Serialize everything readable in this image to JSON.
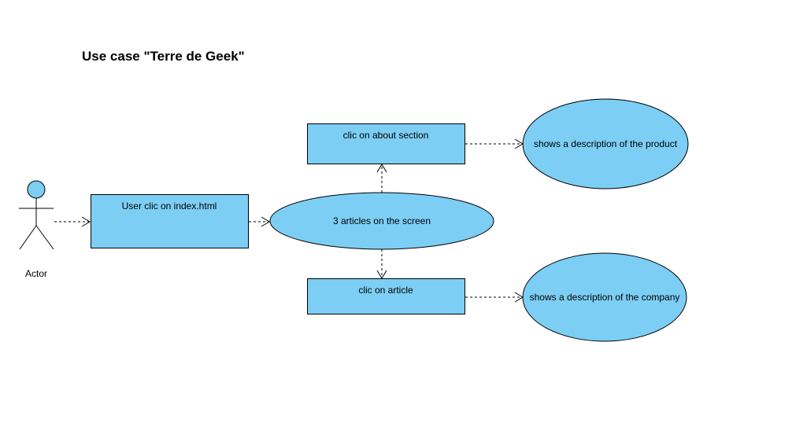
{
  "title": "Use case \"Terre de Geek\"",
  "colors": {
    "fill": "#7dcef5",
    "stroke": "#000000",
    "background": "#ffffff"
  },
  "actor": {
    "label": "Actor"
  },
  "nodes": {
    "user_clic": "User clic on index.html",
    "articles": "3 articles on the screen",
    "about_section": "clic on about section",
    "article": "clic on article",
    "product_desc": "shows a description of the product",
    "company_desc": "shows a description of the company"
  }
}
